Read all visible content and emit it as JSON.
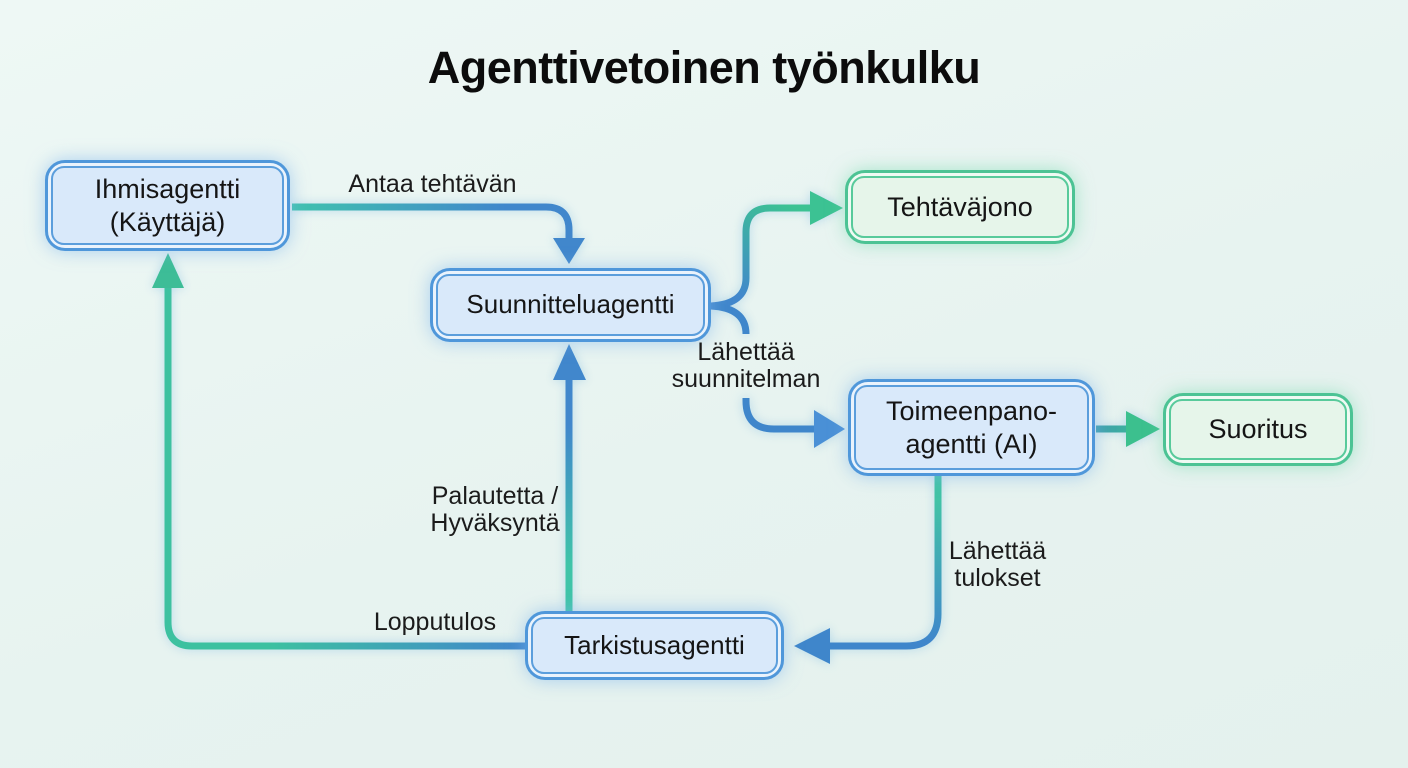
{
  "title": "Agenttivetoinen työnkulku",
  "nodes": {
    "human": {
      "line1": "Ihmisagentti",
      "line2": "(Käyttäjä)"
    },
    "queue": {
      "line1": "Tehtäväjono"
    },
    "planner": {
      "line1": "Suunnitteluagentti"
    },
    "executor": {
      "line1": "Toimeenpano-",
      "line2": "agentti (AI)"
    },
    "output": {
      "line1": "Suoritus"
    },
    "reviewer": {
      "line1": "Tarkistusagentti"
    }
  },
  "edges": {
    "assign_task": {
      "line1": "Antaa tehtävän"
    },
    "send_plan": {
      "line1": "Lähettää",
      "line2": "suunnitelman"
    },
    "feedback": {
      "line1": "Palautetta /",
      "line2": "Hyväksyntä"
    },
    "send_results": {
      "line1": "Lähettää",
      "line2": "tulokset"
    },
    "final_result": {
      "line1": "Lopputulos"
    }
  },
  "colors": {
    "background": "#e8f4f1",
    "arrow_blue": "#4187cc",
    "arrow_green": "#3dc1a0",
    "node_blue_fill": "#d9e9fa",
    "node_blue_border": "#4f97da",
    "node_green_fill": "#e6f5ea",
    "node_green_border": "#4cc394",
    "text": "#1a1a1a"
  }
}
